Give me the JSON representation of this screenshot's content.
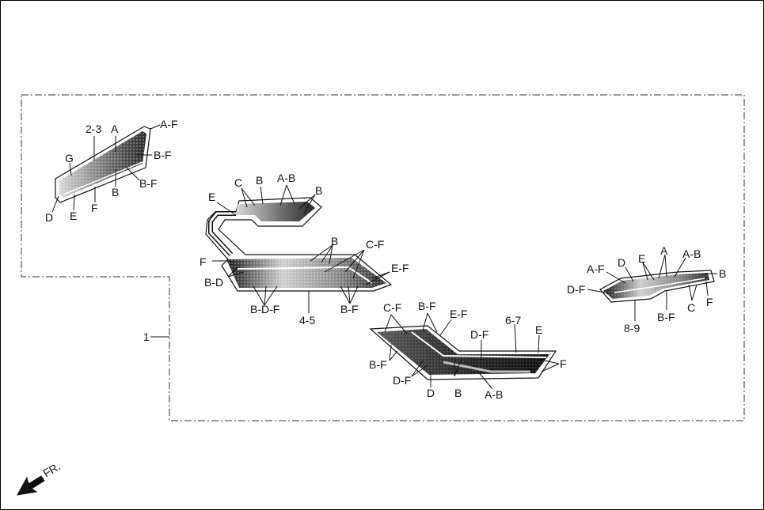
{
  "diagram": {
    "group_number": "1",
    "direction_label": "FR.",
    "parts": {
      "p23": {
        "number": "2-3",
        "labels": [
          "A",
          "A-F",
          "B-F",
          "B-F",
          "B",
          "G",
          "D",
          "E",
          "F"
        ]
      },
      "p45": {
        "number": "4-5",
        "labels": [
          "C",
          "B",
          "A-B",
          "B",
          "E",
          "B",
          "C-F",
          "F",
          "E-F",
          "B-D",
          "B-D-F",
          "B-F"
        ]
      },
      "p67": {
        "number": "6-7",
        "labels": [
          "C-F",
          "B-F",
          "E-F",
          "D-F",
          "E",
          "B-F",
          "F",
          "D-F",
          "D",
          "B",
          "A-B"
        ]
      },
      "p89": {
        "number": "8-9",
        "labels": [
          "A-F",
          "D",
          "E",
          "A",
          "A-B",
          "B",
          "D-F",
          "C",
          "F",
          "B-F"
        ]
      }
    }
  }
}
